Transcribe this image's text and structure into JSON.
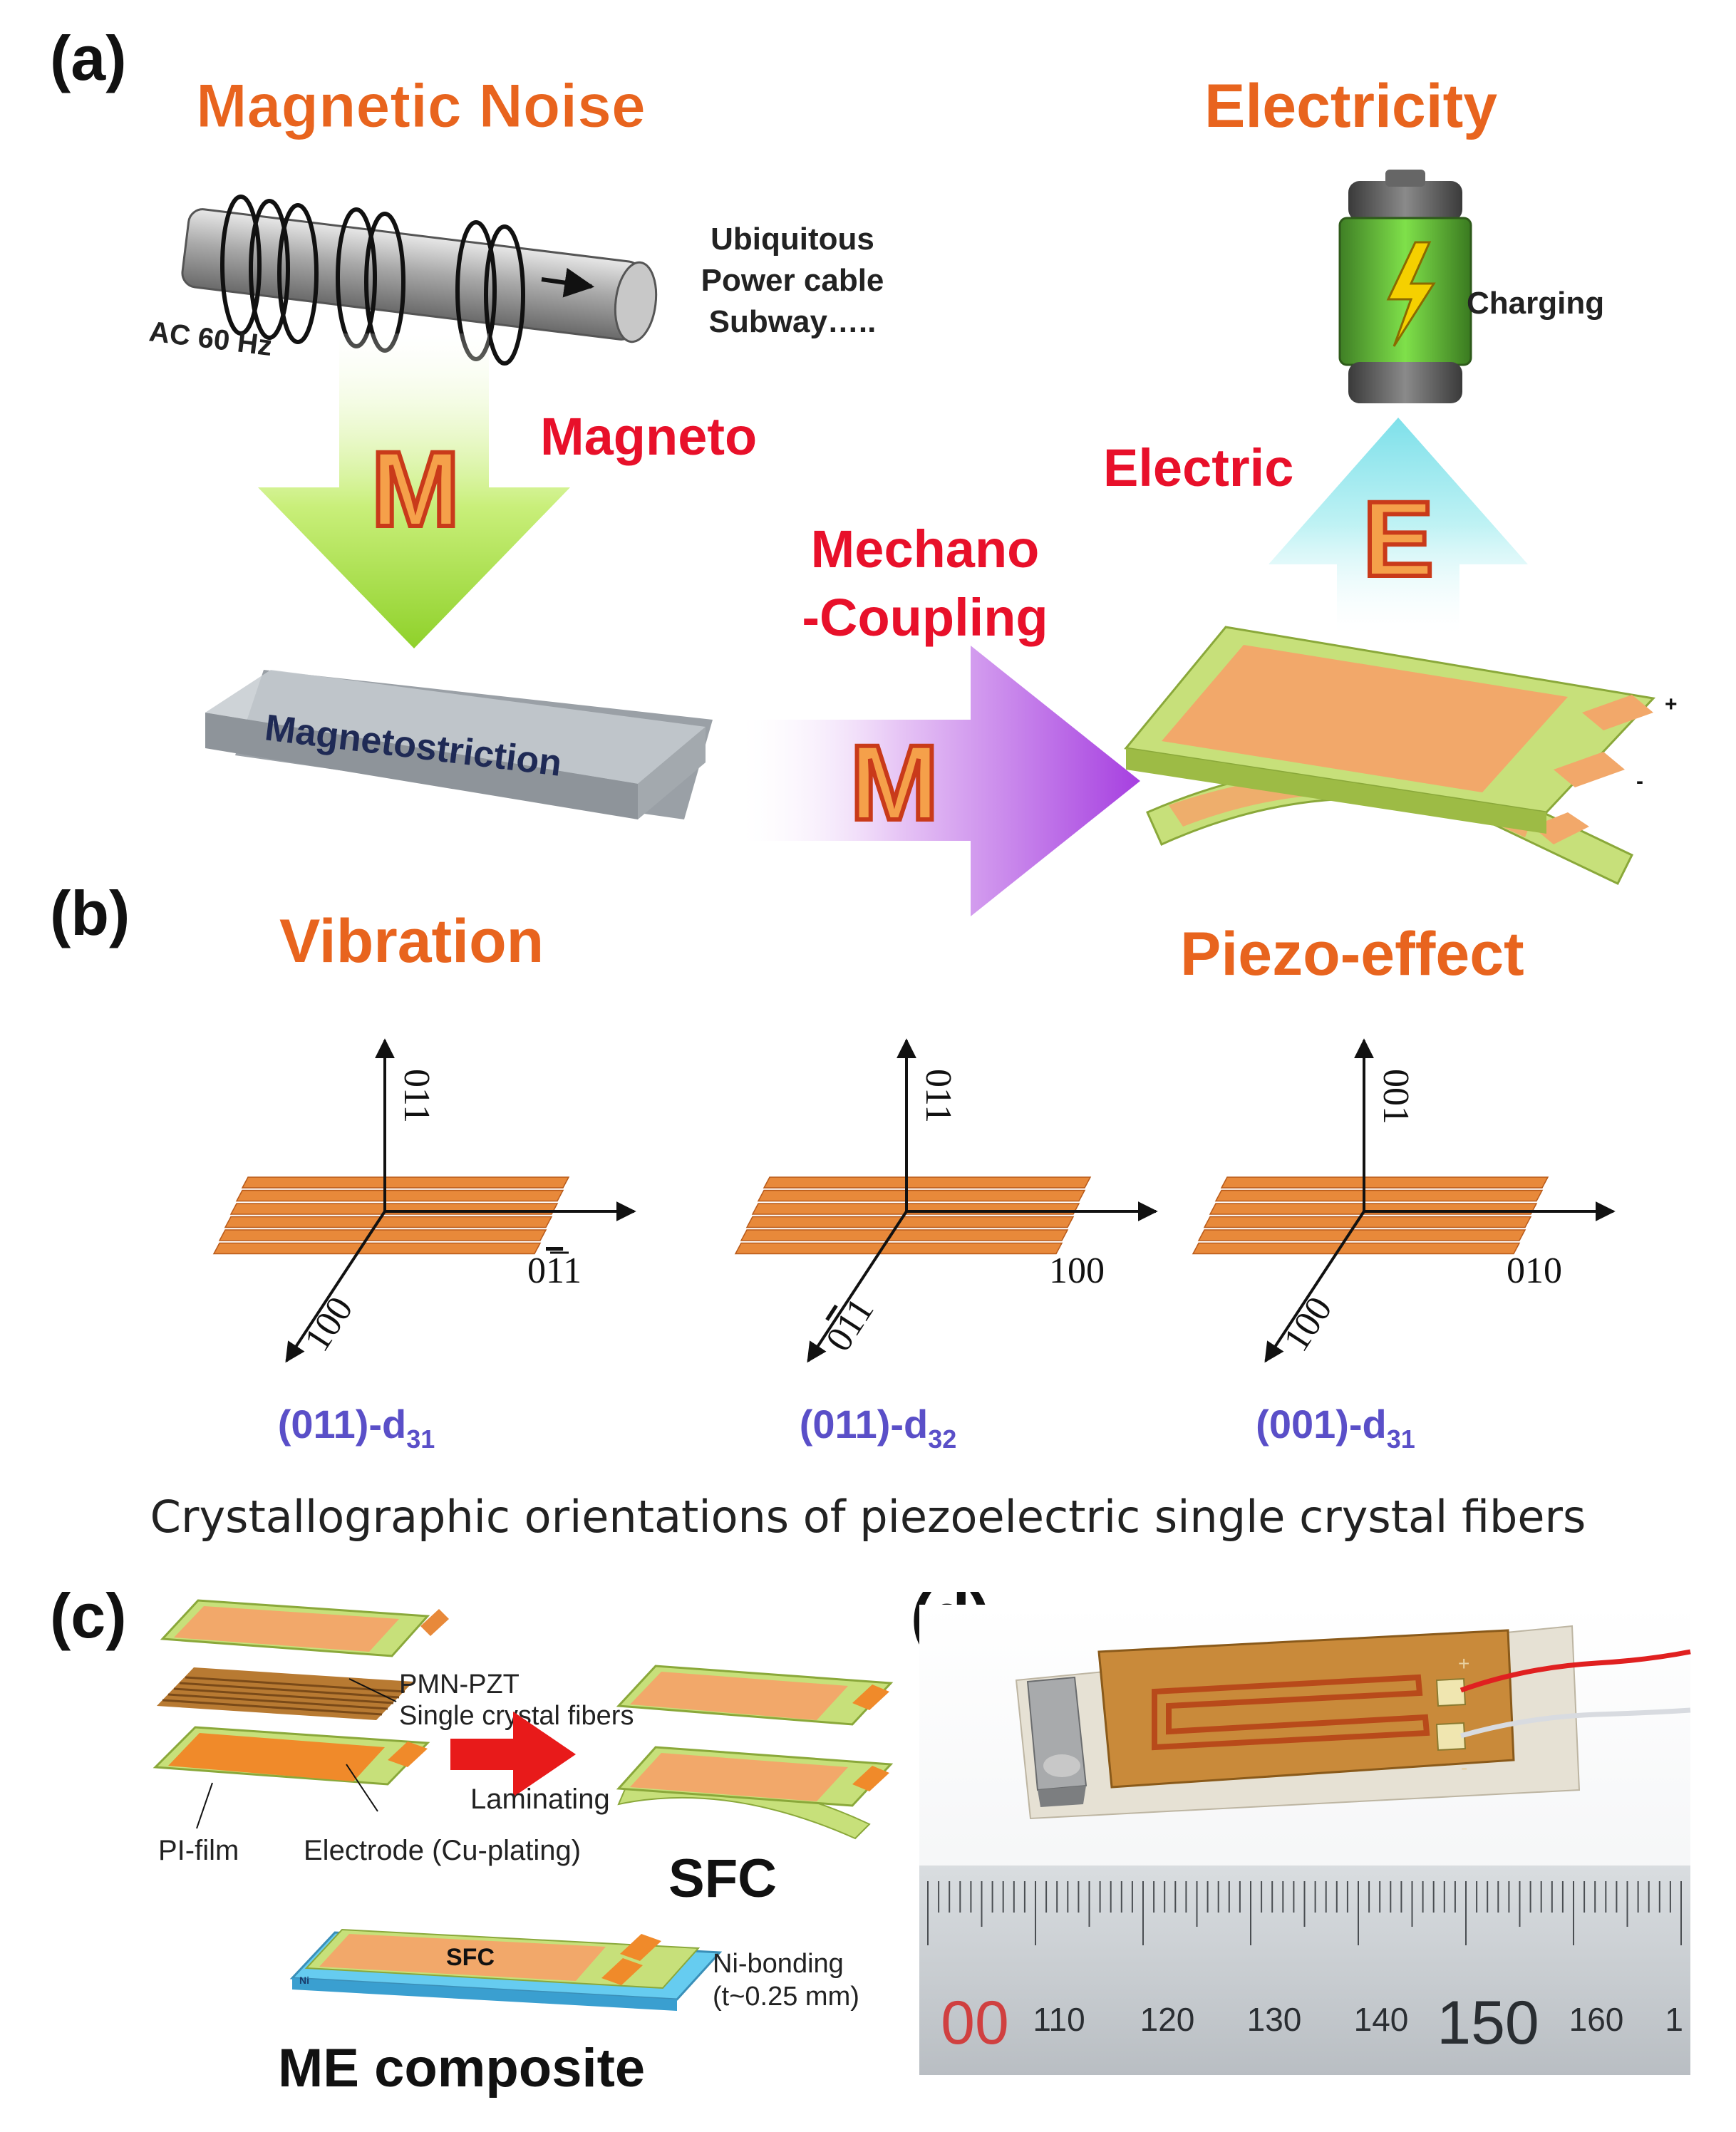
{
  "panel_labels": {
    "a": "(a)",
    "b": "(b)",
    "c": "(c)",
    "d": "(d)"
  },
  "panel_a": {
    "magnetic_noise_title": "Magnetic Noise",
    "electricity_title": "Electricity",
    "ac_label": "AC 60 Hz",
    "sources": [
      "Ubiquitous",
      "Power cable",
      "Subway….."
    ],
    "charging_label": "Charging",
    "magneto_label": "Magneto",
    "m_letter": "M",
    "mechano_label": "Mechano",
    "coupling_label": "-Coupling",
    "electric_label": "Electric",
    "e_letter": "E",
    "magnetostriction_label": "Magnetostriction",
    "vibration_title": "Vibration",
    "piezo_title": "Piezo-effect"
  },
  "panel_b": {
    "diagrams": [
      {
        "vertical_axis": "011",
        "right_axis_prefix": "0",
        "right_axis_bar": "1",
        "right_axis_suffix": "1",
        "diagonal_axis_prefix": "",
        "diagonal_axis_bar": "",
        "diagonal_axis_suffix": "100",
        "caption_main": "(011)-d",
        "caption_sub": "31"
      },
      {
        "vertical_axis": "011",
        "right_axis_prefix": "",
        "right_axis_bar": "",
        "right_axis_suffix": "100",
        "diagonal_axis_prefix": "0",
        "diagonal_axis_bar": "1",
        "diagonal_axis_suffix": "1",
        "caption_main": "(011)-d",
        "caption_sub": "32"
      },
      {
        "vertical_axis": "001",
        "right_axis_prefix": "",
        "right_axis_bar": "",
        "right_axis_suffix": "010",
        "diagonal_axis_prefix": "",
        "diagonal_axis_bar": "",
        "diagonal_axis_suffix": "100",
        "caption_main": "(001)-d",
        "caption_sub": "31"
      }
    ],
    "caption": "Crystallographic orientations of piezoelectric single crystal fibers"
  },
  "panel_c": {
    "fibers_label_line1": "PMN-PZT",
    "fibers_label_line2": "Single crystal fibers",
    "laminating_label": "Laminating",
    "pi_film_label": "PI-film",
    "electrode_label": "Electrode (Cu-plating)",
    "sfc_title": "SFC",
    "sfc_plate_label": "SFC",
    "ni_small_label": "Ni",
    "ni_bonding_line1": "Ni-bonding",
    "ni_bonding_line2": "(t~0.25 mm)",
    "me_composite_label": "ME composite"
  },
  "panel_d": {
    "ruler_labels": [
      "00",
      "110",
      "120",
      "130",
      "140",
      "150",
      "160",
      "1"
    ],
    "plus_mark": "+",
    "minus_mark": "-"
  },
  "colors": {
    "title_orange": "#e8641e",
    "label_red": "#e8102a",
    "caption_blue": "#5a4fc8",
    "fiber_orange": "#e8893a",
    "plate_orange": "#f2a86a",
    "plate_green": "#c7e07a",
    "arrow_green": "#9ed93a",
    "arrow_purple": "#b24fe0",
    "arrow_cyan": "#8ee6ec"
  }
}
